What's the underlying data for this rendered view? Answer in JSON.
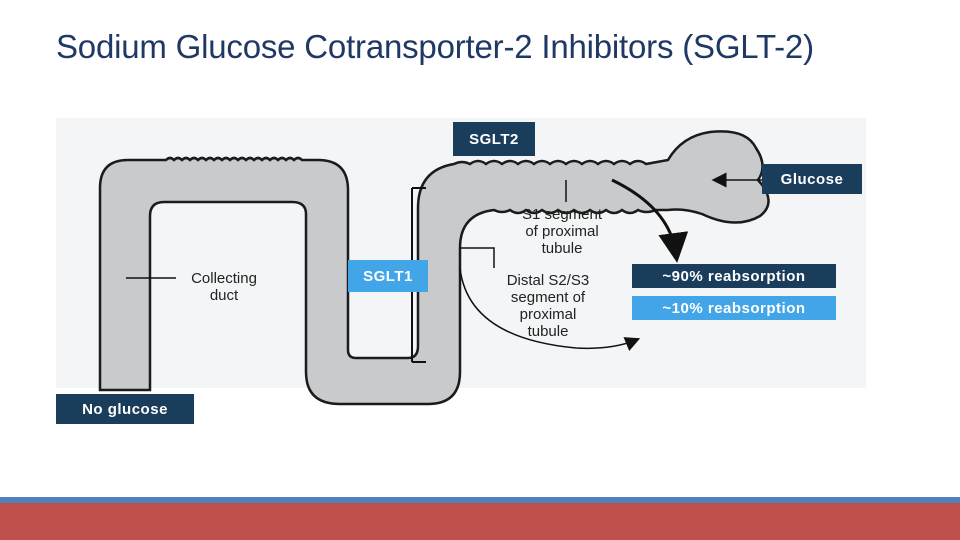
{
  "title": "Sodium Glucose Cotransporter-2 Inhibitors (SGLT-2)",
  "diagram": {
    "sglt2_label": "SGLT2",
    "sglt1_label": "SGLT1",
    "glucose_label": "Glucose",
    "no_glucose_label": "No glucose",
    "reabsorption_90": "~90% reabsorption",
    "reabsorption_10": "~10% reabsorption",
    "collecting_duct": [
      "Collecting",
      "duct"
    ],
    "s1_segment": [
      "S1 segment",
      "of proximal",
      "tubule"
    ],
    "s2s3_segment": [
      "Distal S2/S3",
      "segment of",
      "proximal",
      "tubule"
    ]
  },
  "colors": {
    "title": "#1f3864",
    "tubule_fill": "#c8cacc",
    "dark_box": "#1a3d5c",
    "light_box": "#42a5e8",
    "footer_blue": "#4f81bd",
    "footer_red": "#c0504d"
  }
}
